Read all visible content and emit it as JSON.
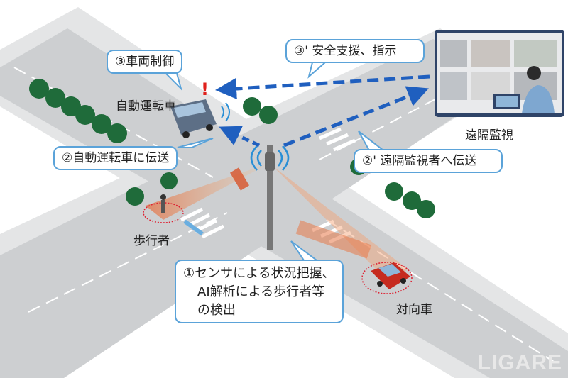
{
  "callouts": {
    "vehicle_control": "③車両制御",
    "send_to_av": "②自動運転車に伝送",
    "sensor_detection": [
      "①センサによる状況把握、",
      "AI解析による歩行者等",
      "の検出"
    ],
    "safety_support": "③' 安全支援、指示",
    "send_to_monitor": "②' 遠隔監視者へ伝送"
  },
  "labels": {
    "autonomous_vehicle": "自動運転車",
    "pedestrian": "歩行者",
    "oncoming_vehicle": "対向車",
    "remote_monitoring": "遠隔監視",
    "alert": "!"
  },
  "watermark": "LIGARE",
  "colors": {
    "arrow": "#1f5fbf",
    "callout_border": "#5ba3d9",
    "alert": "#e0201b",
    "road": "#cdcfd1"
  }
}
